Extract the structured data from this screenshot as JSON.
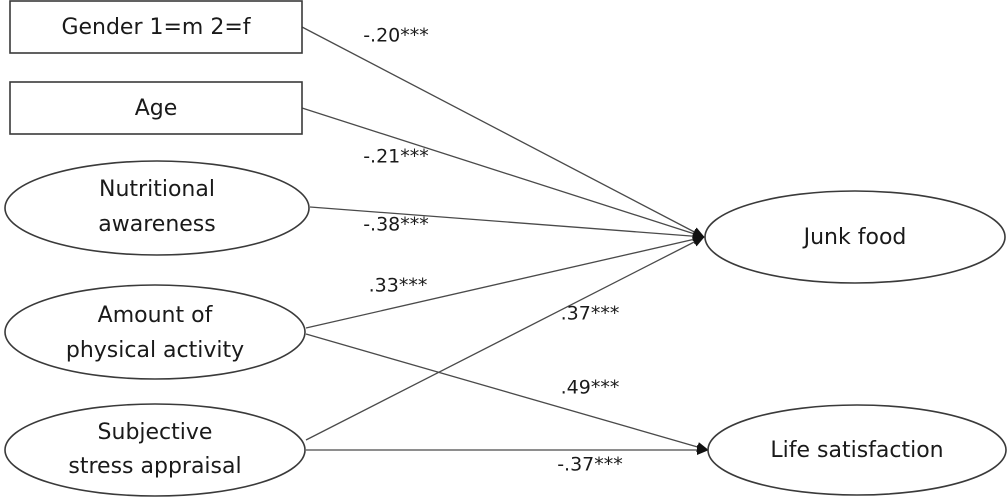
{
  "nodes": {
    "gender": {
      "label": "Gender 1=m 2=f"
    },
    "age": {
      "label": "Age"
    },
    "nutritional_awareness": {
      "line1": "Nutritional",
      "line2": "awareness"
    },
    "physical_activity": {
      "line1": "Amount of",
      "line2": "physical activity"
    },
    "stress": {
      "line1": "Subjective",
      "line2": "stress appraisal"
    },
    "junk_food": {
      "label": "Junk food"
    },
    "life_satisfaction": {
      "label": "Life satisfaction"
    }
  },
  "paths": {
    "gender_junk": "-.20***",
    "age_junk": "-.21***",
    "nutrition_junk": "-.38***",
    "activity_junk": ".33***",
    "stress_junk": ".37***",
    "activity_life": ".49***",
    "stress_life": "-.37***"
  }
}
